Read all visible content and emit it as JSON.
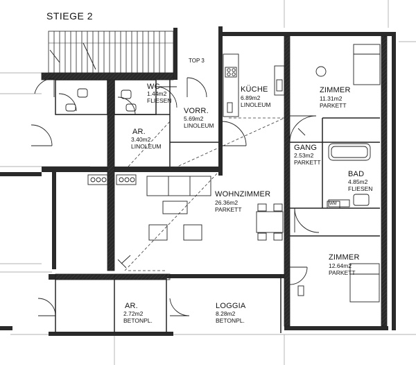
{
  "title": "STIEGE 2",
  "unit_tag": "TOP 3",
  "rooms": {
    "wc": {
      "name": "WC",
      "area": "1.44m2",
      "floor": "FLIESEN"
    },
    "vorr": {
      "name": "VORR.",
      "area": "5.69m2",
      "floor": "LINOLEUM"
    },
    "ar_top": {
      "name": "AR.",
      "area": "3.40m2",
      "floor": "LINOLEUM"
    },
    "kueche": {
      "name": "KÜCHE",
      "area": "6.89m2",
      "floor": "LINOLEUM"
    },
    "zimmer1": {
      "name": "ZIMMER",
      "area": "11.31m2",
      "floor": "PARKETT"
    },
    "gang": {
      "name": "GANG",
      "area": "2.53m2",
      "floor": "PARKETT"
    },
    "bad": {
      "name": "BAD",
      "area": "4.85m2",
      "floor": "FLIESEN"
    },
    "wohnzimmer": {
      "name": "WOHNZIMMER",
      "area": "26.36m2",
      "floor": "PARKETT"
    },
    "zimmer2": {
      "name": "ZIMMER",
      "area": "12.64m2",
      "floor": "PARKETT"
    },
    "ar_bottom": {
      "name": "AR.",
      "area": "2.72m2",
      "floor": "BETONPL."
    },
    "loggia": {
      "name": "LOGGIA",
      "area": "8.28m2",
      "floor": "BETONPL."
    }
  },
  "fixtures": {
    "washer_label": "WM"
  }
}
